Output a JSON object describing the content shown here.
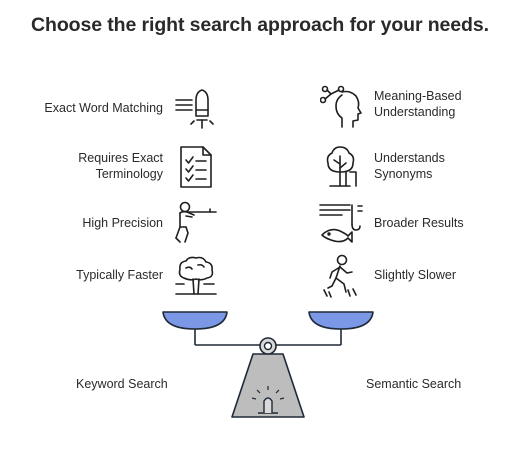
{
  "title": "Choose the right search approach for your needs.",
  "left_side": {
    "label": "Keyword Search",
    "features": [
      {
        "text": "Exact Word Matching",
        "icon": "bullet-icon"
      },
      {
        "text": "Requires Exact\nTerminology",
        "icon": "checklist-icon"
      },
      {
        "text": "High Precision",
        "icon": "marksman-icon"
      },
      {
        "text": "Typically Faster",
        "icon": "tree-icon"
      }
    ]
  },
  "right_side": {
    "label": "Semantic Search",
    "features": [
      {
        "text": "Meaning-Based\nUnderstanding",
        "icon": "head-network-icon"
      },
      {
        "text": "Understands\nSynonyms",
        "icon": "hanging-tree-icon"
      },
      {
        "text": "Broader Results",
        "icon": "fishing-hook-icon"
      },
      {
        "text": "Slightly Slower",
        "icon": "walking-person-icon"
      }
    ]
  },
  "colors": {
    "pan_fill": "#7b98e6",
    "pan_stroke": "#1f2937",
    "base_fill": "#bdbdbd",
    "text": "#2a2a2a"
  }
}
